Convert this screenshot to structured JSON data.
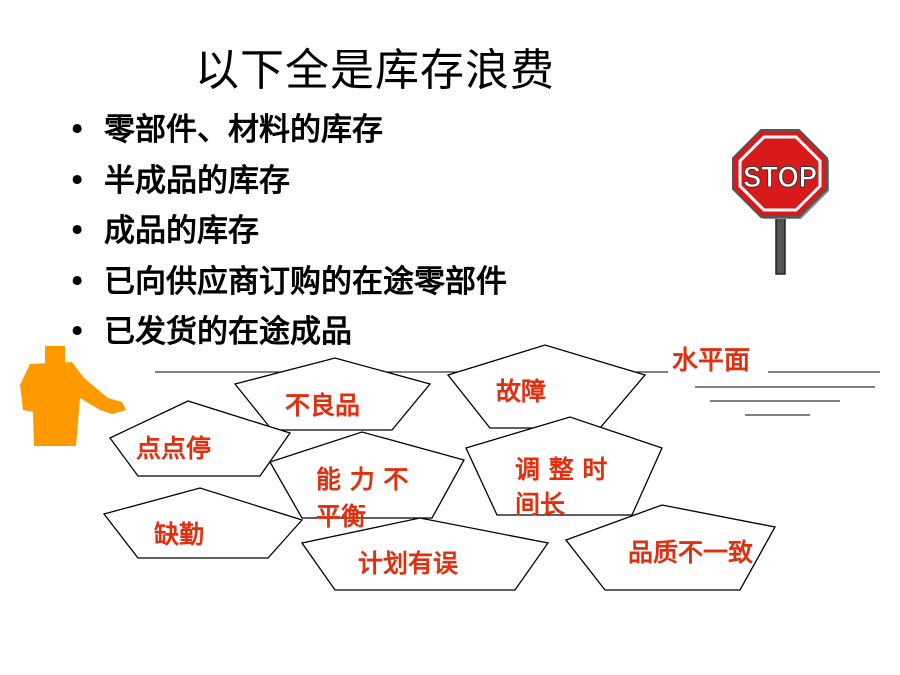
{
  "slide": {
    "title": "以下全是库存浪费",
    "bullets": [
      "零部件、材料的库存",
      "半成品的库存",
      "成品的库存",
      "已向供应商订购的在途零部件",
      "已发货的在途成品"
    ]
  },
  "stop_sign": {
    "text": "STOP",
    "color": "#d81a1a"
  },
  "water_level": {
    "label": "水平面"
  },
  "rocks": {
    "defective": "不良品",
    "breakdown": "故障",
    "stoppage": "点点停",
    "capacity_line1": "能 力 不",
    "capacity_line2": "平衡",
    "changeover_line1": "调 整 时",
    "changeover_line2": "间长",
    "absence": "缺勤",
    "planning": "计划有误",
    "quality": "品质不一致"
  },
  "colors": {
    "accent_text": "#e03010",
    "person": "#ff9900"
  }
}
